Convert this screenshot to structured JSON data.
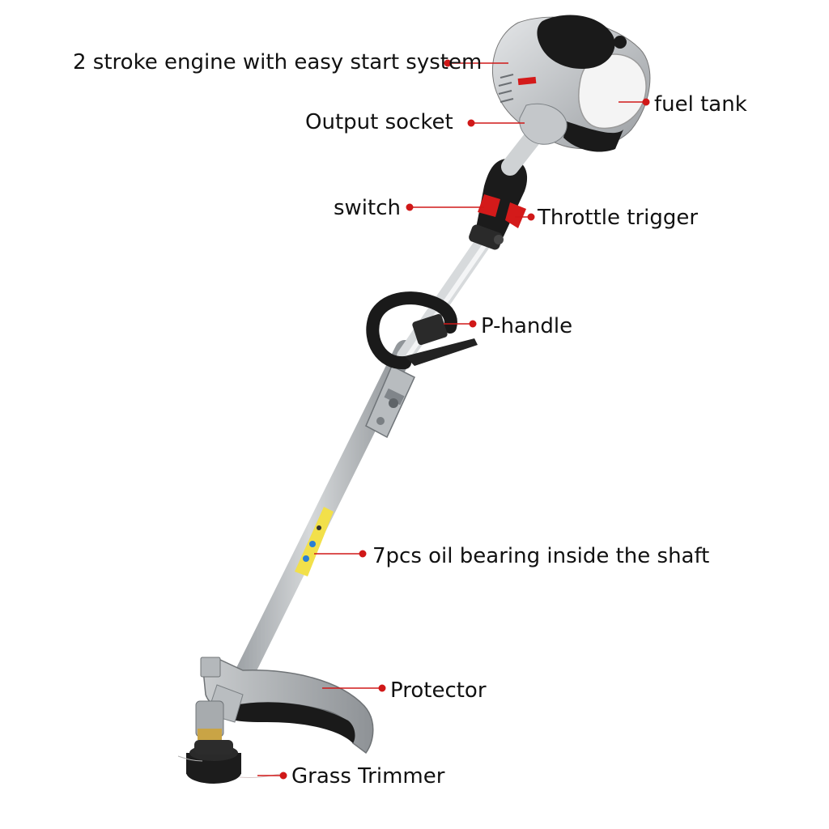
{
  "colors": {
    "leader_line": "#d01818",
    "label_text": "#111111",
    "background": "#ffffff",
    "shaft": "#cfd3d6",
    "grip": "#1a1a1a",
    "accent_red": "#d41a1a",
    "warning_label": "#f2e04a"
  },
  "callouts": {
    "engine": "2 stroke engine with easy start system",
    "fuel_tank": "fuel tank",
    "output_socket": "Output socket",
    "switch": "switch",
    "throttle_trigger": "Throttle trigger",
    "p_handle": "P-handle",
    "oil_bearing": "7pcs oil bearing inside the shaft",
    "protector": "Protector",
    "grass_trimmer": "Grass Trimmer"
  }
}
